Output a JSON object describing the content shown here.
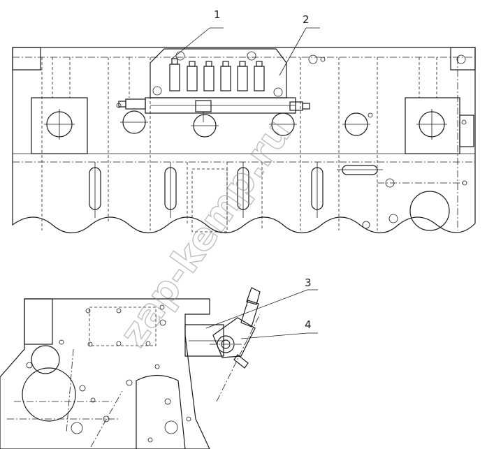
{
  "callouts": [
    {
      "id": "1",
      "label": "1"
    },
    {
      "id": "2",
      "label": "2"
    },
    {
      "id": "3",
      "label": "3"
    },
    {
      "id": "4",
      "label": "4"
    }
  ],
  "watermark": "zap-kemp.ru",
  "colors": {
    "ink": "#1a1a1a",
    "paper": "#ffffff",
    "watermark": "#8a8a8a"
  }
}
